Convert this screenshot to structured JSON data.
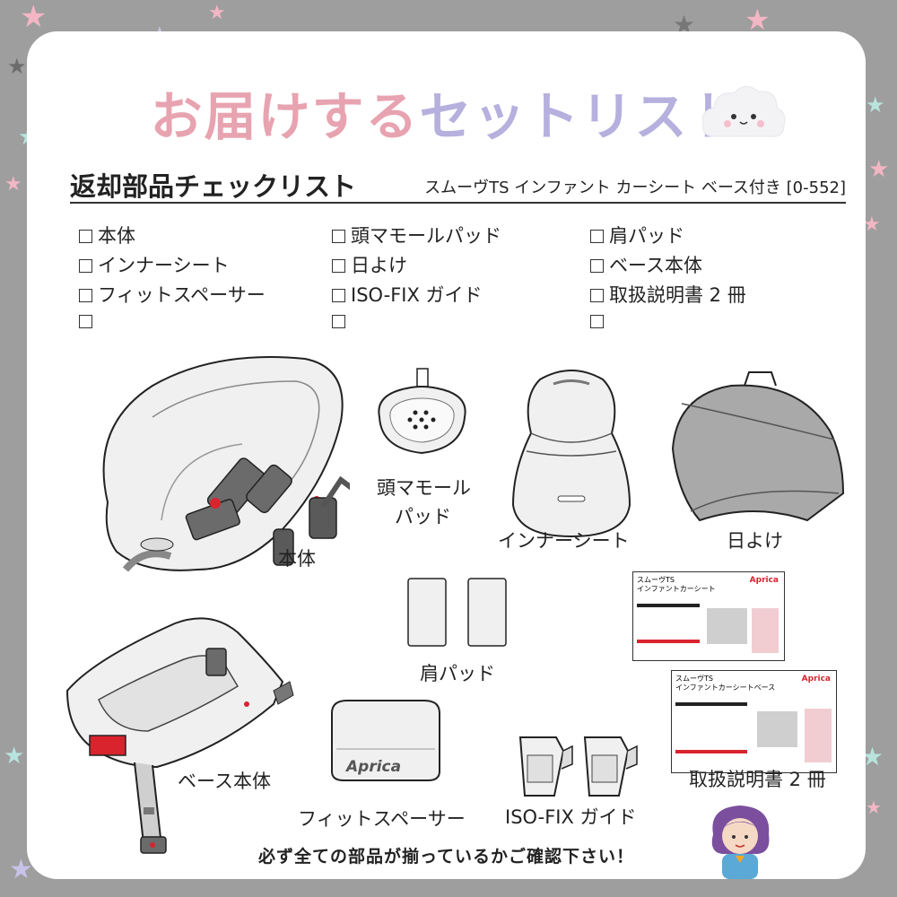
{
  "title": {
    "part1": "お届けする",
    "part2": "セットリスト"
  },
  "subhead": {
    "main": "返却部品チェックリスト",
    "product": "スムーヴTS インファント カーシート ベース付き [0-552]"
  },
  "checklist": {
    "columns": [
      {
        "items": [
          "本体",
          "インナーシート",
          "フィットスペーサー",
          ""
        ]
      },
      {
        "items": [
          "頭マモールパッド",
          "日よけ",
          "ISO-FIX ガイド",
          ""
        ]
      },
      {
        "items": [
          "肩パッド",
          "ベース本体",
          "取扱説明書 2 冊",
          ""
        ]
      }
    ]
  },
  "parts": {
    "main_body": "本体",
    "head_pad_line1": "頭マモール",
    "head_pad_line2": "パッド",
    "inner_seat": "インナーシート",
    "sunshade": "日よけ",
    "shoulder_pads": "肩パッド",
    "manuals": "取扱説明書 2 冊",
    "base": "ベース本体",
    "fit_spacer": "フィットスペーサー",
    "isofix_guide": "ISO-FIX ガイド"
  },
  "manual1": {
    "brand": "Aprica",
    "title1": "スムーヴTS",
    "title2": "インファントカーシート"
  },
  "manual2": {
    "brand": "Aprica",
    "title1": "スムーヴTS",
    "title2": "インファントカーシートベース"
  },
  "spacer_brand": "Aprica",
  "footer": "必ず全ての部品が揃っているかご確認下さい！",
  "colors": {
    "background": "#9e9e9e",
    "title_pink": "#e8a3b0",
    "title_lavender": "#b5b0dd",
    "accent_red": "#d9232d"
  }
}
